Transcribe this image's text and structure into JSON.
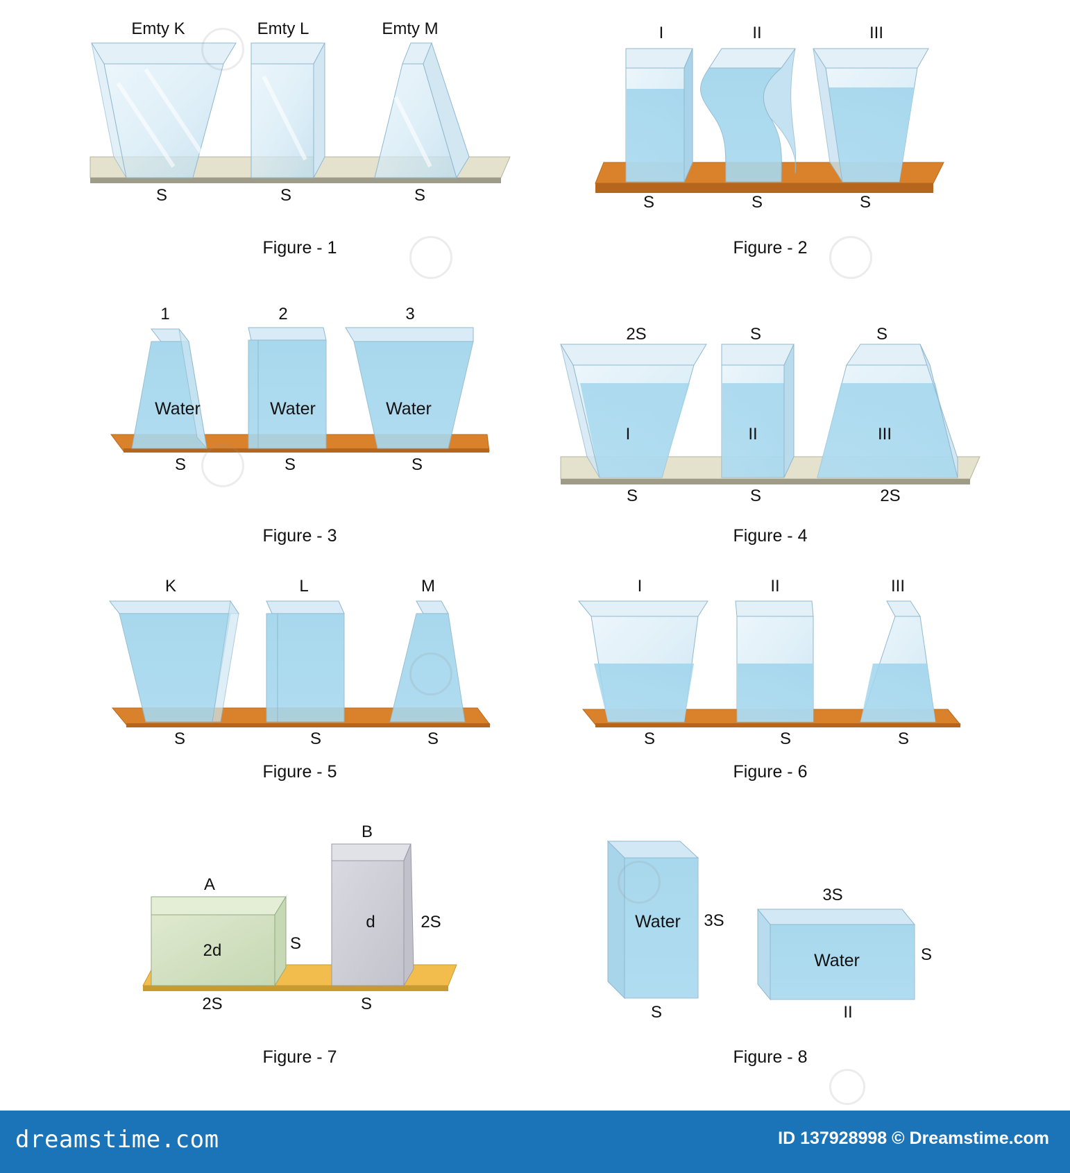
{
  "figures": [
    {
      "title": "Figure - 1",
      "top_labels": [
        "Emty K",
        "Emty L",
        "Emty M"
      ],
      "bottom_labels": [
        "S",
        "S",
        "S"
      ]
    },
    {
      "title": "Figure - 2",
      "top_labels": [
        "I",
        "II",
        "III"
      ],
      "bottom_labels": [
        "S",
        "S",
        "S"
      ]
    },
    {
      "title": "Figure - 3",
      "top_labels": [
        "1",
        "2",
        "3"
      ],
      "inner_labels": [
        "Water",
        "Water",
        "Water"
      ],
      "bottom_labels": [
        "S",
        "S",
        "S"
      ]
    },
    {
      "title": "Figure - 4",
      "top_labels": [
        "2S",
        "S",
        "S"
      ],
      "inner_labels": [
        "I",
        "II",
        "III"
      ],
      "bottom_labels": [
        "S",
        "S",
        "2S"
      ]
    },
    {
      "title": "Figure - 5",
      "top_labels": [
        "K",
        "L",
        "M"
      ],
      "bottom_labels": [
        "S",
        "S",
        "S"
      ]
    },
    {
      "title": "Figure - 6",
      "top_labels": [
        "I",
        "II",
        "III"
      ],
      "bottom_labels": [
        "S",
        "S",
        "S"
      ]
    },
    {
      "title": "Figure - 7",
      "top_labels": [
        "A",
        "B"
      ],
      "inner_labels": [
        "2d",
        "d"
      ],
      "side_labels": [
        "S",
        "2S"
      ],
      "bottom_labels": [
        "2S",
        "S"
      ]
    },
    {
      "title": "Figure - 8",
      "inner_labels": [
        "Water",
        "Water"
      ],
      "side_labels": [
        "3S",
        "S"
      ],
      "top_labels": [
        "3S"
      ],
      "bottom_labels": [
        "S",
        "II"
      ]
    }
  ],
  "footer": {
    "brand": "dreamstime.com",
    "credit": "ID 137928998 © Dreamstime.com"
  },
  "colors": {
    "glass": "#cfe6f3",
    "water": "#8fcbe6",
    "shelf_orange": "#d9822b",
    "shelf_beige": "#e4e1cc",
    "shelf_yellow": "#f2bd4c",
    "footer": "#1b73b8"
  }
}
